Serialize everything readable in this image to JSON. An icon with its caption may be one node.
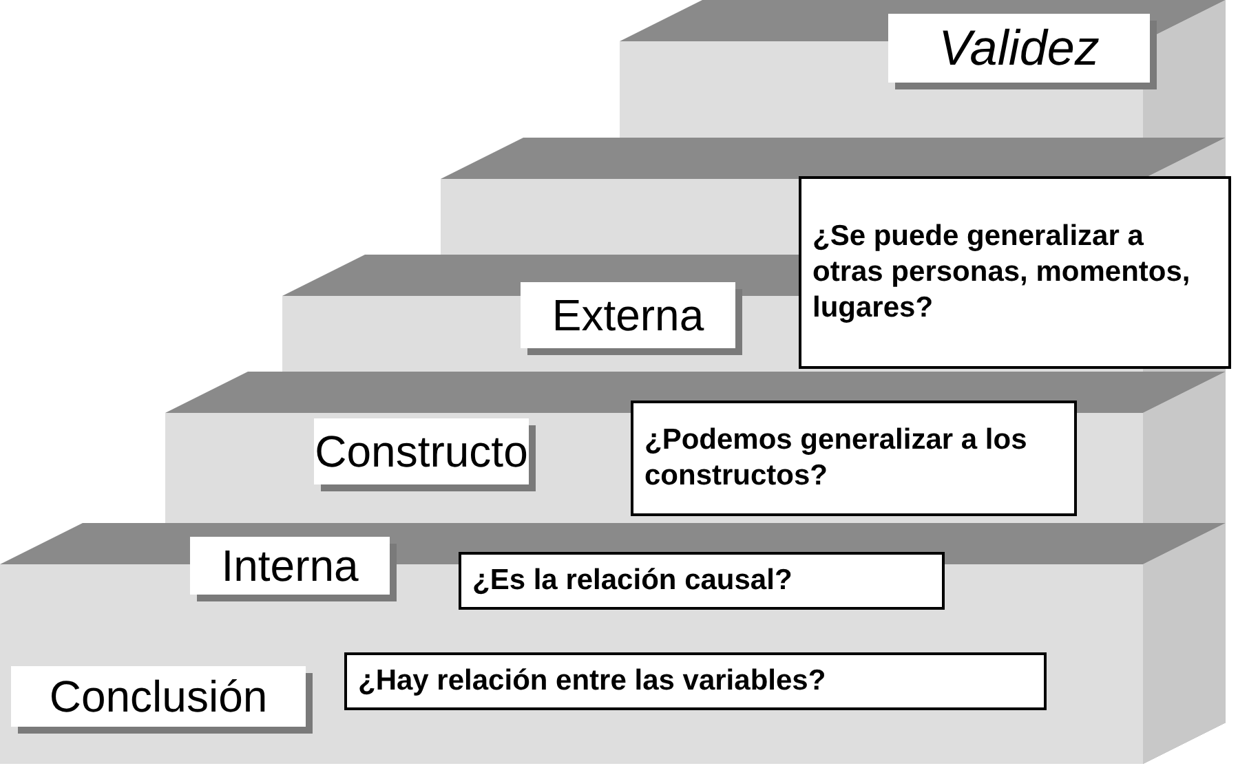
{
  "diagram": {
    "nodes": [
      {
        "text": [
          "Validez"
        ]
      },
      {
        "text": [
          "¿Se puede generalizar a otras personas, momentos, lugares?"
        ]
      },
      {
        "text": [
          "Externa"
        ]
      },
      {
        "text": [
          "Constructo"
        ]
      },
      {
        "text": [
          "¿Podemos generalizar a los constructos?"
        ]
      },
      {
        "text": [
          "Interna"
        ]
      },
      {
        "text": [
          "¿Es la relación causal?"
        ]
      },
      {
        "text": [
          "Conclusión"
        ]
      },
      {
        "text": [
          "¿Hay relación entre las variables?"
        ]
      }
    ]
  }
}
